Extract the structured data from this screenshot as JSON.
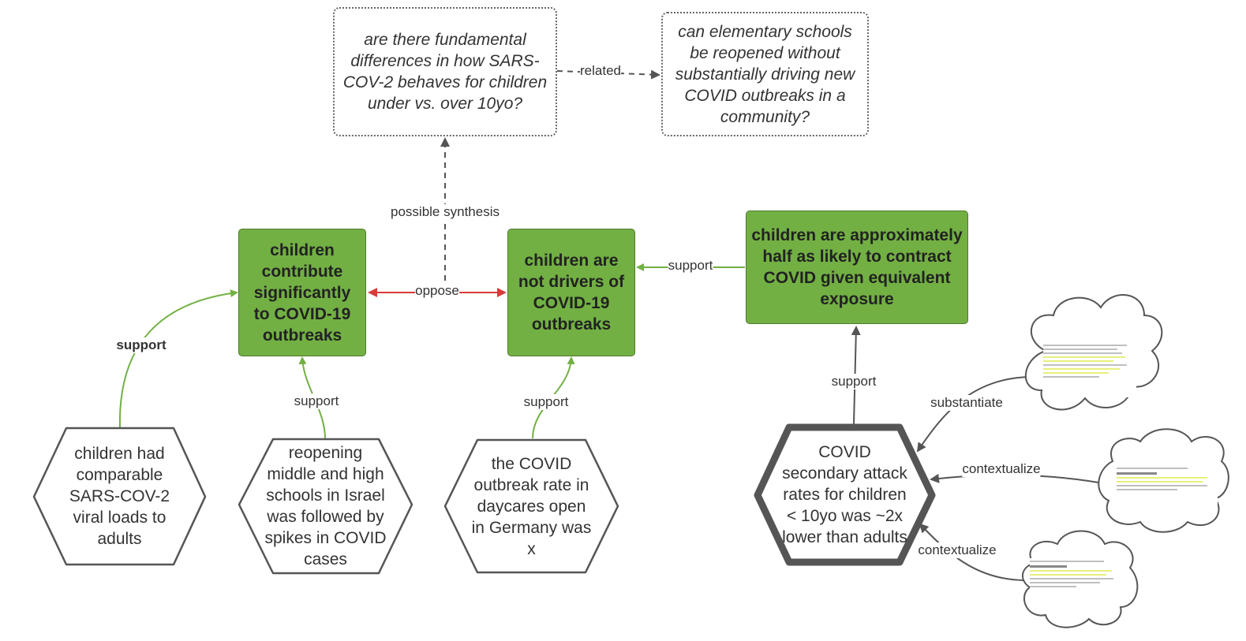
{
  "questions": {
    "q1": "are there fundamental differences in how SARS-COV-2 behaves for children under vs. over 10yo?",
    "q2": "can elementary schools be reopened without substantially driving new COVID outbreaks in a community?"
  },
  "claims": {
    "c1": "children contribute significantly to COVID-19 outbreaks",
    "c2": "children are not drivers of COVID-19 outbreaks",
    "c3": "children are approximately half as likely to contract COVID given equivalent exposure"
  },
  "evidence": {
    "e1": "children had comparable SARS-COV-2 viral loads to adults",
    "e2": "reopening middle and high schools in Israel was followed by spikes in COVID cases",
    "e3": "the COVID outbreak rate in daycares open in Germany was x",
    "e4": "COVID secondary attack rates for children < 10yo was ~2x lower than adults"
  },
  "edge_labels": {
    "related": "related",
    "possible_synthesis": "possible synthesis",
    "oppose": "oppose",
    "support_c3_c2": "support",
    "support_e1": "support",
    "support_e2": "support",
    "support_e3": "support",
    "support_e4": "support",
    "substantiate": "substantiate",
    "contextualize_1": "contextualize",
    "contextualize_2": "contextualize"
  },
  "colors": {
    "claim_fill": "#72b043",
    "support_edge": "#72b043",
    "oppose_edge": "#d93a3a",
    "neutral_edge": "#555555",
    "highlight": "#e9ef7a"
  }
}
